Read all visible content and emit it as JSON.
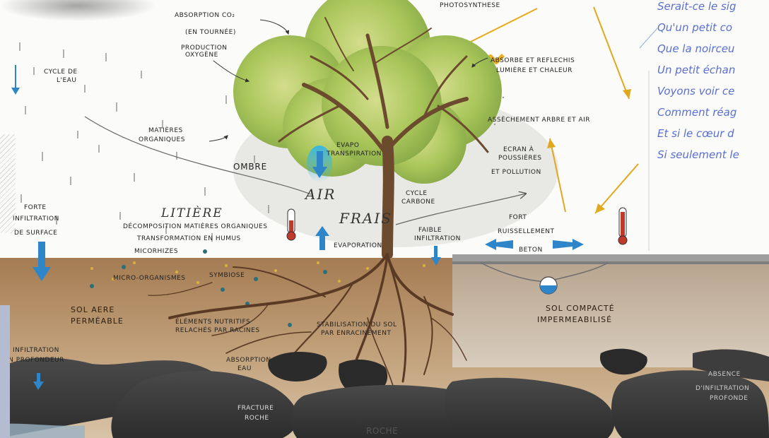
{
  "labels": {
    "photosynthese": "PHOTOSYNTHESE",
    "absorption_co2": "ABSORPTION CO₂",
    "en_tournee": "(EN TOURNÉE)",
    "production": "PRODUCTION",
    "oxygene": "OXYGÈNE",
    "absorbe_1": "ABSORBE ET REFLECHIS",
    "absorbe_2": "LUMIÈRE ET CHALEUR",
    "assechement": "ASSÈCHEMENT ARBRE ET AIR",
    "ecran_1": "ECRAN À",
    "ecran_2": "POUSSIÈRES",
    "ecran_3": "ET POLLUTION",
    "cycle_eau_1": "CYCLE DE",
    "cycle_eau_2": "L'EAU",
    "matieres_1": "MATIÈRES",
    "matieres_2": "ORGANIQUES",
    "ombre": "OMBRE",
    "evapo_1": "EVAPO",
    "evapo_2": "TRANSPIRATION",
    "air": "AIR",
    "frais": "FRAIS",
    "cycle_carbone_1": "CYCLE",
    "cycle_carbone_2": "CARBONE",
    "forte_1": "FORTE",
    "forte_2": "INFILTRATION",
    "forte_3": "DE SURFACE",
    "litiere": "LITIÈRE",
    "decomposition": "DÉCOMPOSITION MATIÈRES ORGANIQUES",
    "transformation": "TRANSFORMATION EN HUMUS",
    "micorhizes": "MICORHIZES",
    "symbiose": "SYMBIOSE",
    "micro_organismes": "MICRO-ORGANISMES",
    "evaporation": "EVAPORATION",
    "faible_1": "FAIBLE",
    "faible_2": "INFILTRATION",
    "fort_ruissellement_1": "FORT",
    "fort_ruissellement_2": "RUISSELLEMENT",
    "beton": "BETON",
    "sol_aere_1": "SOL AERE",
    "sol_aere_2": "PERMÉABLE",
    "elements_1": "ÉLÉMENTS NUTRITIFS",
    "elements_2": "RELACHÉS PAR RACINES",
    "stabilisation_1": "STABILISATION DU SOL",
    "stabilisation_2": "PAR ENRACINEMENT",
    "sol_compacte_1": "SOL COMPACTÉ",
    "sol_compacte_2": "IMPERMEABILISÉ",
    "infiltration_prof_1": "INFILTRATION",
    "infiltration_prof_2": "EN PROFONDEUR",
    "absorption_eau_1": "ABSORPTION",
    "absorption_eau_2": "EAU",
    "fracture_1": "FRACTURE",
    "fracture_2": "ROCHE",
    "roche": "ROCHE",
    "absence_1": "ABSENCE",
    "absence_2": "D'INFILTRATION",
    "absence_3": "PROFONDE"
  },
  "poem": {
    "lines": [
      "Serait-ce le sig",
      "Qu'un petit co",
      "Que la noirceu",
      "Un petit échan",
      "Voyons voir ce",
      "Comment réag",
      "Et si le cœur d",
      "Si seulement le"
    ]
  },
  "colors": {
    "poem_text": "#5a6fd0",
    "water_arrow": "#2e86c9",
    "sun_arrow": "#e0a81e",
    "foliage": "#a9c65a",
    "soil": "#b08a62",
    "rock": "#3a3a3a",
    "thermometer": "#c0392b"
  }
}
